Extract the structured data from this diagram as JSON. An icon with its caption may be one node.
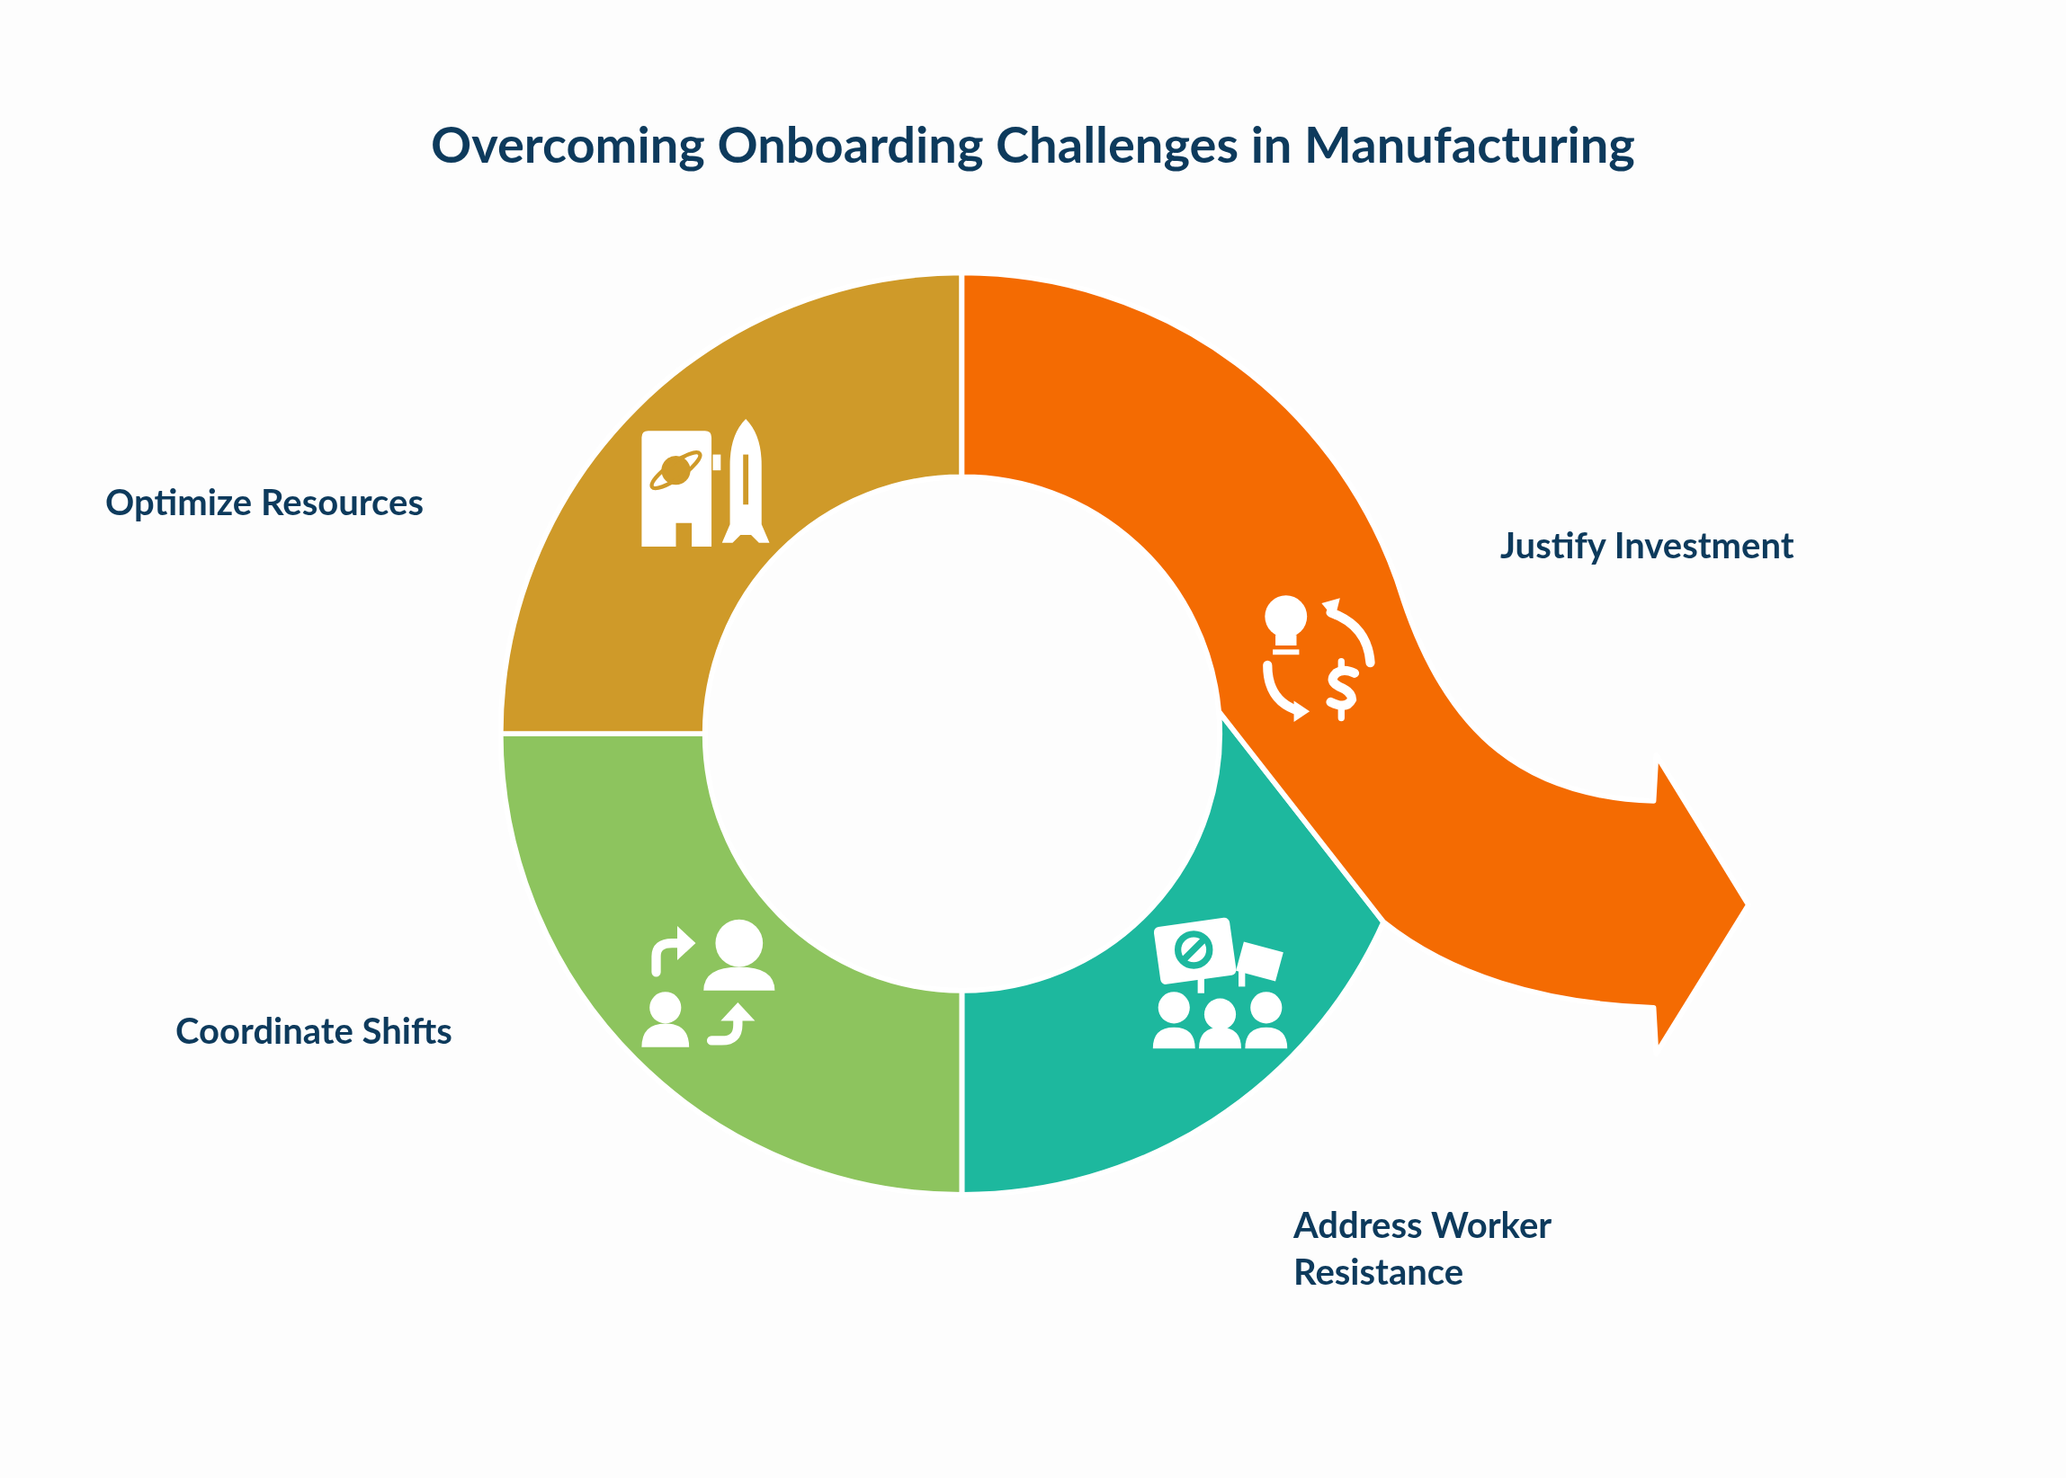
{
  "diagram": {
    "title": "Overcoming Onboarding Challenges in Manufacturing",
    "nodes": [
      {
        "text": [
          "Optimize Resources"
        ]
      },
      {
        "text": [
          "Justify Investment"
        ]
      },
      {
        "text": [
          "Coordinate Shifts"
        ]
      },
      {
        "text": [
          "Address Worker Resistance"
        ]
      }
    ]
  }
}
